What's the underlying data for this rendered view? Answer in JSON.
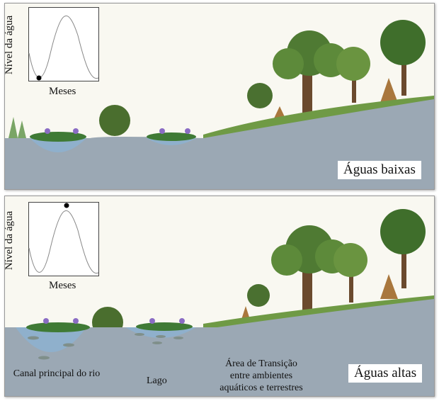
{
  "colors": {
    "water": "#9ba8b4",
    "pool": "#8fb0cc",
    "foliage": "#4f7a33",
    "trunk": "#6b4a2e",
    "termite": "#a9773d"
  },
  "panels": [
    {
      "graph": {
        "ylabel": "Nível da água",
        "xlabel": "Meses",
        "marker": "minimum"
      },
      "badge": "Águas baixas"
    },
    {
      "graph": {
        "ylabel": "Nível da água",
        "xlabel": "Meses",
        "marker": "maximum"
      },
      "badge": "Águas altas",
      "captions": {
        "channel": "Canal principal do rio",
        "lake": "Lago",
        "transition_line1": "Área de Transição",
        "transition_line2": "entre ambientes",
        "transition_line3": "aquáticos e terrestres"
      }
    }
  ]
}
